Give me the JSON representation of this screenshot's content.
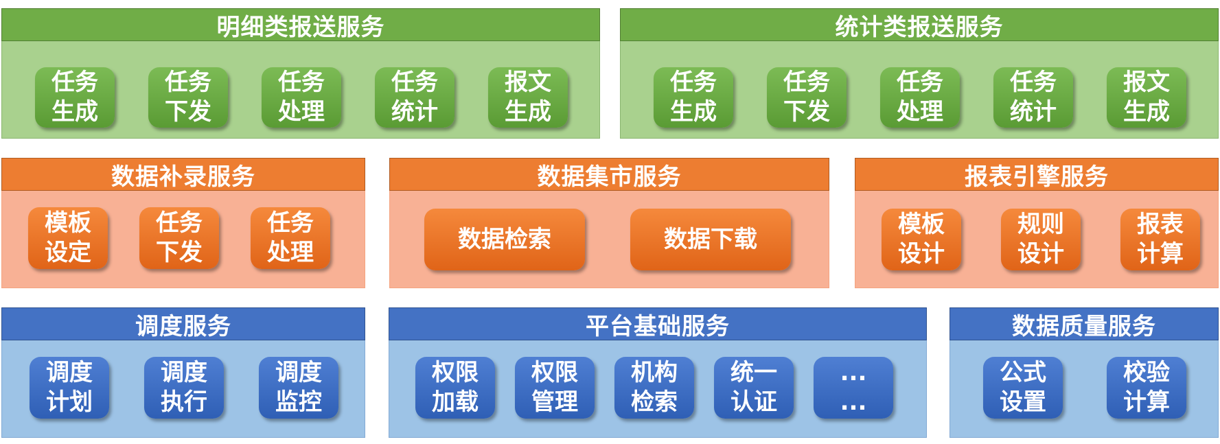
{
  "panels": [
    {
      "title": "明细类报送服务",
      "buttons": [
        "任务\n生成",
        "任务\n下发",
        "任务\n处理",
        "任务\n统计",
        "报文\n生成"
      ]
    },
    {
      "title": "统计类报送服务",
      "buttons": [
        "任务\n生成",
        "任务\n下发",
        "任务\n处理",
        "任务\n统计",
        "报文\n生成"
      ]
    },
    {
      "title": "数据补录服务",
      "buttons": [
        "模板\n设定",
        "任务\n下发",
        "任务\n处理"
      ]
    },
    {
      "title": "数据集市服务",
      "buttons": [
        "数据检索",
        "数据下载"
      ]
    },
    {
      "title": "报表引擎服务",
      "buttons": [
        "模板\n设计",
        "规则\n设计",
        "报表\n计算"
      ]
    },
    {
      "title": "调度服务",
      "buttons": [
        "调度\n计划",
        "调度\n执行",
        "调度\n监控"
      ]
    },
    {
      "title": "平台基础服务",
      "buttons": [
        "权限\n加载",
        "权限\n管理",
        "机构\n检索",
        "统一\n认证",
        "...\n..."
      ]
    },
    {
      "title": "数据质量服务",
      "buttons": [
        "公式\n设置",
        "校验\n计算"
      ]
    }
  ]
}
